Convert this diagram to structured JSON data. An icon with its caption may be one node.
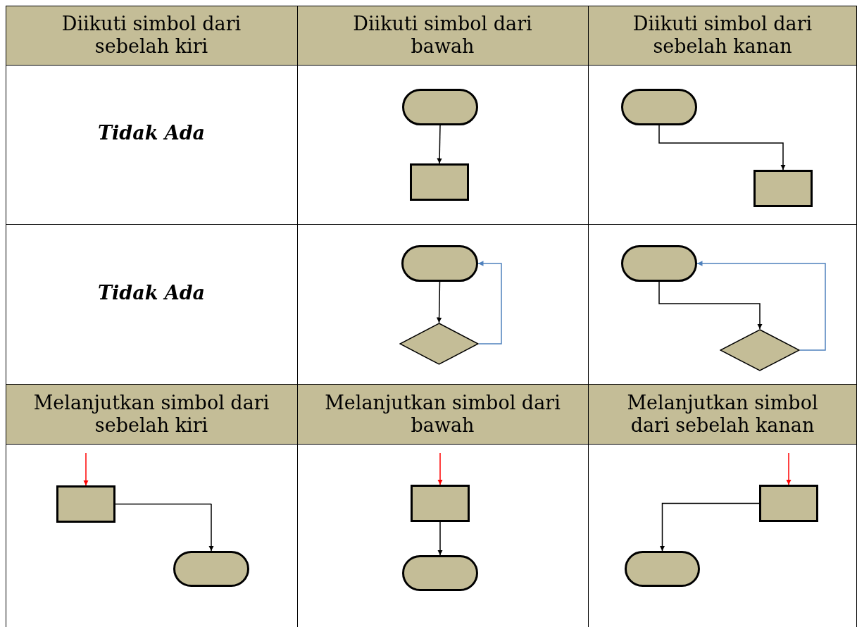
{
  "diagram": {
    "nodes": [
      {
        "text": [],
        "shape": "oval"
      },
      {
        "text": [],
        "shape": "box"
      },
      {
        "text": [],
        "shape": "oval"
      },
      {
        "text": [],
        "shape": "box"
      },
      {
        "text": [],
        "shape": "oval"
      },
      {
        "text": [],
        "shape": "diamond"
      },
      {
        "text": [],
        "shape": "oval"
      },
      {
        "text": [],
        "shape": "diamond"
      },
      {
        "text": [],
        "shape": "box"
      },
      {
        "text": [],
        "shape": "oval"
      },
      {
        "text": [],
        "shape": "box"
      },
      {
        "text": [],
        "shape": "oval"
      },
      {
        "text": [],
        "shape": "box"
      },
      {
        "text": [],
        "shape": "oval"
      }
    ],
    "edges": [
      {
        "from": 0,
        "to": 1,
        "arrow": "to"
      },
      {
        "from": 2,
        "to": 3,
        "arrow": "to"
      },
      {
        "from": 4,
        "to": 5,
        "arrow": "to"
      },
      {
        "from": 5,
        "to": 4,
        "arrow": "to",
        "color": "#4f81bd"
      },
      {
        "from": 6,
        "to": 7,
        "arrow": "to"
      },
      {
        "from": 7,
        "to": 6,
        "arrow": "to",
        "color": "#4f81bd"
      },
      {
        "from": null,
        "to": 8,
        "arrow": "to",
        "color": "#ff0000"
      },
      {
        "from": 8,
        "to": 9,
        "arrow": "to"
      },
      {
        "from": null,
        "to": 10,
        "arrow": "to",
        "color": "#ff0000"
      },
      {
        "from": 10,
        "to": 11,
        "arrow": "to"
      },
      {
        "from": null,
        "to": 12,
        "arrow": "to",
        "color": "#ff0000"
      },
      {
        "from": 12,
        "to": 13,
        "arrow": "to"
      }
    ],
    "labels": [
      "Diikuti simbol dari sebelah kiri",
      "Diikuti simbol dari bawah",
      "Diikuti simbol dari sebelah kanan",
      "Tidak Ada",
      "Tidak Ada",
      "Melanjutkan simbol dari sebelah kiri",
      "Melanjutkan simbol dari bawah",
      "Melanjutkan simbol dari sebelah kanan"
    ]
  }
}
